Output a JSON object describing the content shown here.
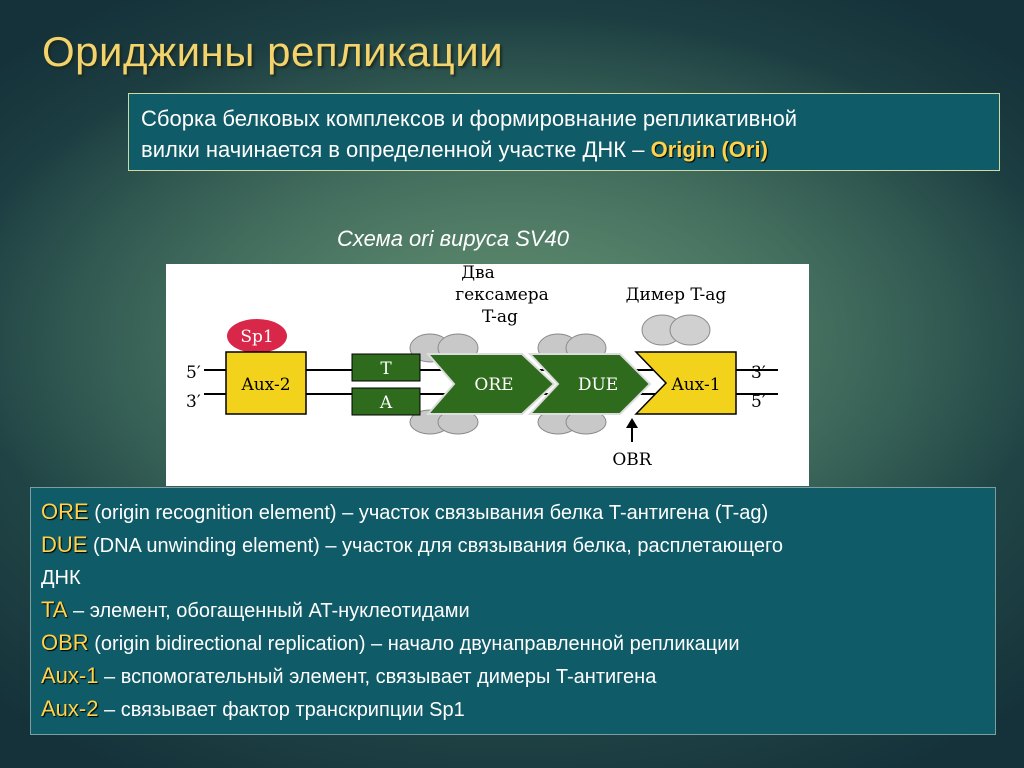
{
  "title": "Ориджины репликации",
  "intro": {
    "line1": "Сборка белковых комплексов и формировнание репликативной",
    "line2": "вилки начинается в определенной участке ДНК – ",
    "highlight": "Origin (Ori)"
  },
  "scheme": {
    "caption": "Схема ori вируса SV40",
    "labels": {
      "two_hexamers_1": "Два",
      "two_hexamers_2": "гексамера",
      "two_hexamers_3": "T-ag",
      "dimer": "Димер T-ag",
      "sp1": "Sp1",
      "aux2": "Aux-2",
      "t": "T",
      "a": "A",
      "ore": "ORE",
      "due": "DUE",
      "aux1": "Aux-1",
      "five_left": "5′",
      "three_left": "3′",
      "three_right": "3′",
      "five_right": "5′",
      "obr": "OBR"
    }
  },
  "definitions": [
    {
      "term": "ORE",
      "text": " (origin recognition element) – участок связывания белка T-антигена (T-ag)"
    },
    {
      "term": "DUE",
      "text": "  (DNA unwinding element) – участок для связывания белка, расплетающего ДНК"
    },
    {
      "term": "TA",
      "text": " – элемент, обогащенный AT-нуклеотидами"
    },
    {
      "term": "OBR",
      "text": "  (origin bidirectional replication)  – начало двунаправленной репликации"
    },
    {
      "term": "Aux-1",
      "text": " – вспомогательный элемент, связывает димеры T-антигена"
    },
    {
      "term": "Aux-2",
      "text": " – связывает фактор транскрипции Sp1"
    }
  ],
  "colors": {
    "title": "#f3d36b",
    "highlight": "#ffd24a",
    "panel": "#0f5b67",
    "aux_yellow": "#f2d21b",
    "green_block": "#2f6b1c",
    "sp1_red": "#d9274a",
    "protein_gray": "#c8c8c8"
  }
}
